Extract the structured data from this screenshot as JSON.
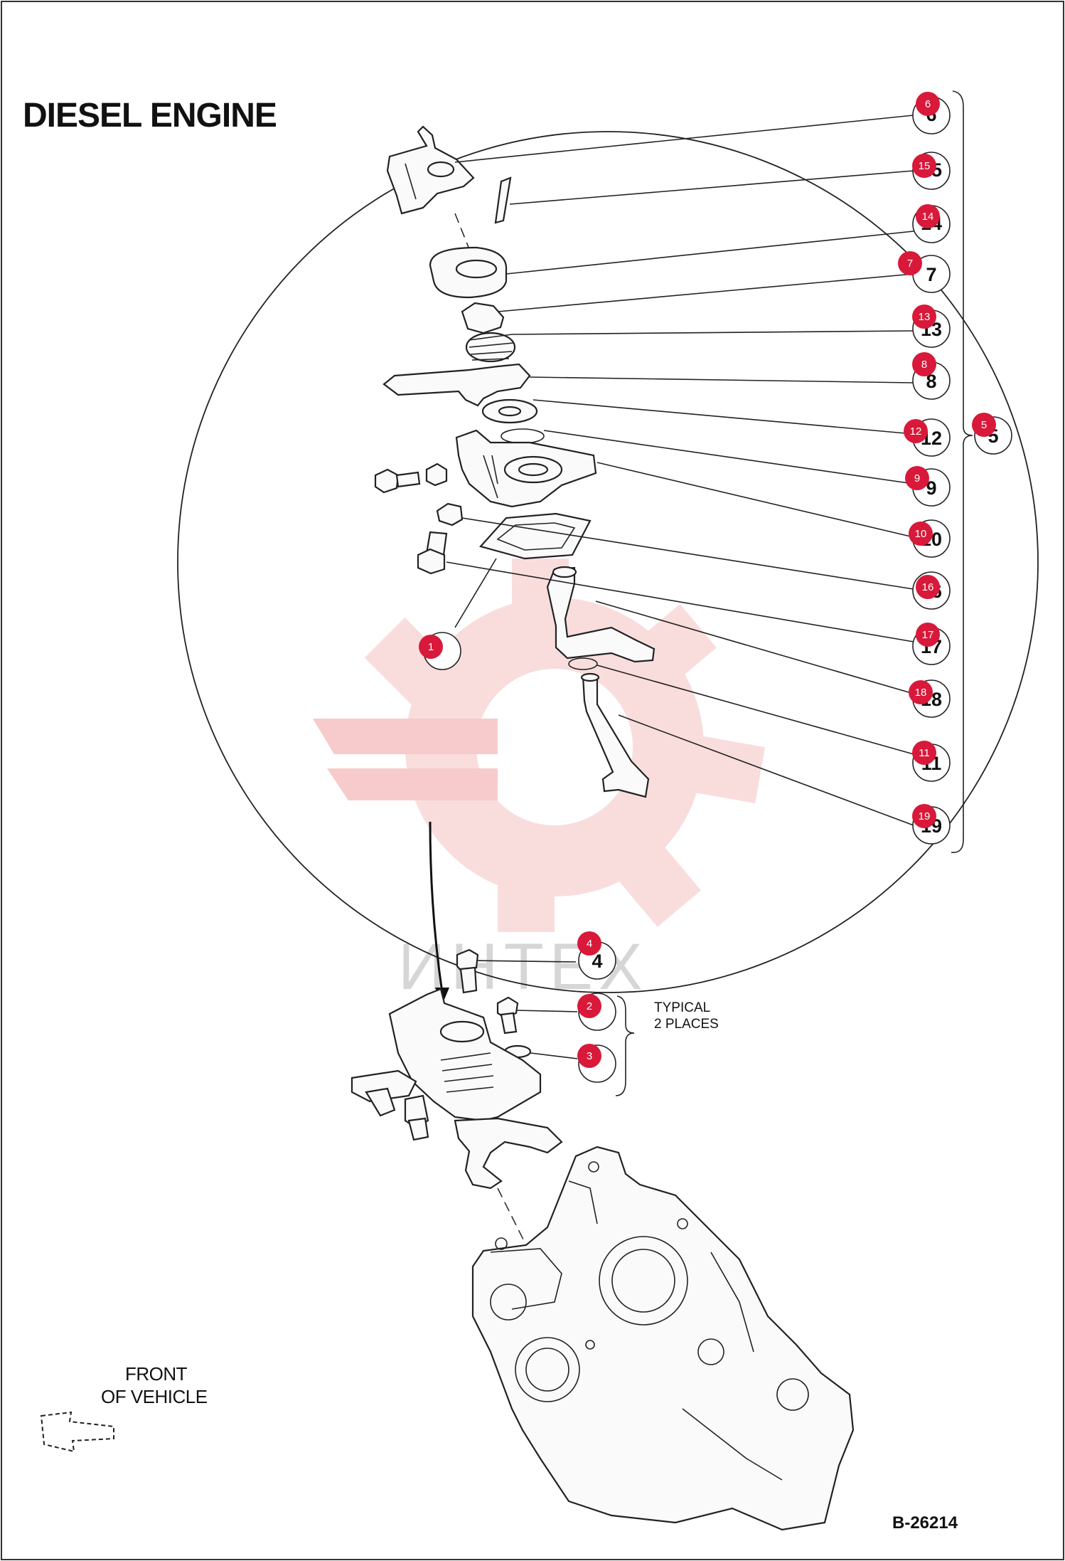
{
  "diagram": {
    "title": "DIESEL ENGINE",
    "figure_code": "B-26214",
    "typical_note_line1": "TYPICAL",
    "typical_note_line2": "2 PLACES",
    "front_label_line1": "FRONT",
    "front_label_line2": "OF VEHICLE",
    "watermark_text": "ИНТЕХ",
    "callouts": [
      {
        "id": "6",
        "ref": "6"
      },
      {
        "id": "15",
        "ref": "15"
      },
      {
        "id": "14",
        "ref": "14"
      },
      {
        "id": "7",
        "ref": "7"
      },
      {
        "id": "13",
        "ref": "13"
      },
      {
        "id": "8",
        "ref": "8"
      },
      {
        "id": "12",
        "ref": "12"
      },
      {
        "id": "9",
        "ref": "9"
      },
      {
        "id": "10",
        "ref": "10"
      },
      {
        "id": "16",
        "ref": "16"
      },
      {
        "id": "17",
        "ref": "17"
      },
      {
        "id": "18",
        "ref": "18"
      },
      {
        "id": "11",
        "ref": "11"
      },
      {
        "id": "19",
        "ref": "19"
      },
      {
        "id": "5",
        "ref": "5"
      },
      {
        "id": "1",
        "ref": "1"
      },
      {
        "id": "4",
        "ref": "4"
      },
      {
        "id": "2",
        "ref": "2"
      },
      {
        "id": "3",
        "ref": "3"
      }
    ],
    "colors": {
      "badge": "#d8193a",
      "line": "#222222",
      "watermark": "#f6c6c6"
    }
  }
}
